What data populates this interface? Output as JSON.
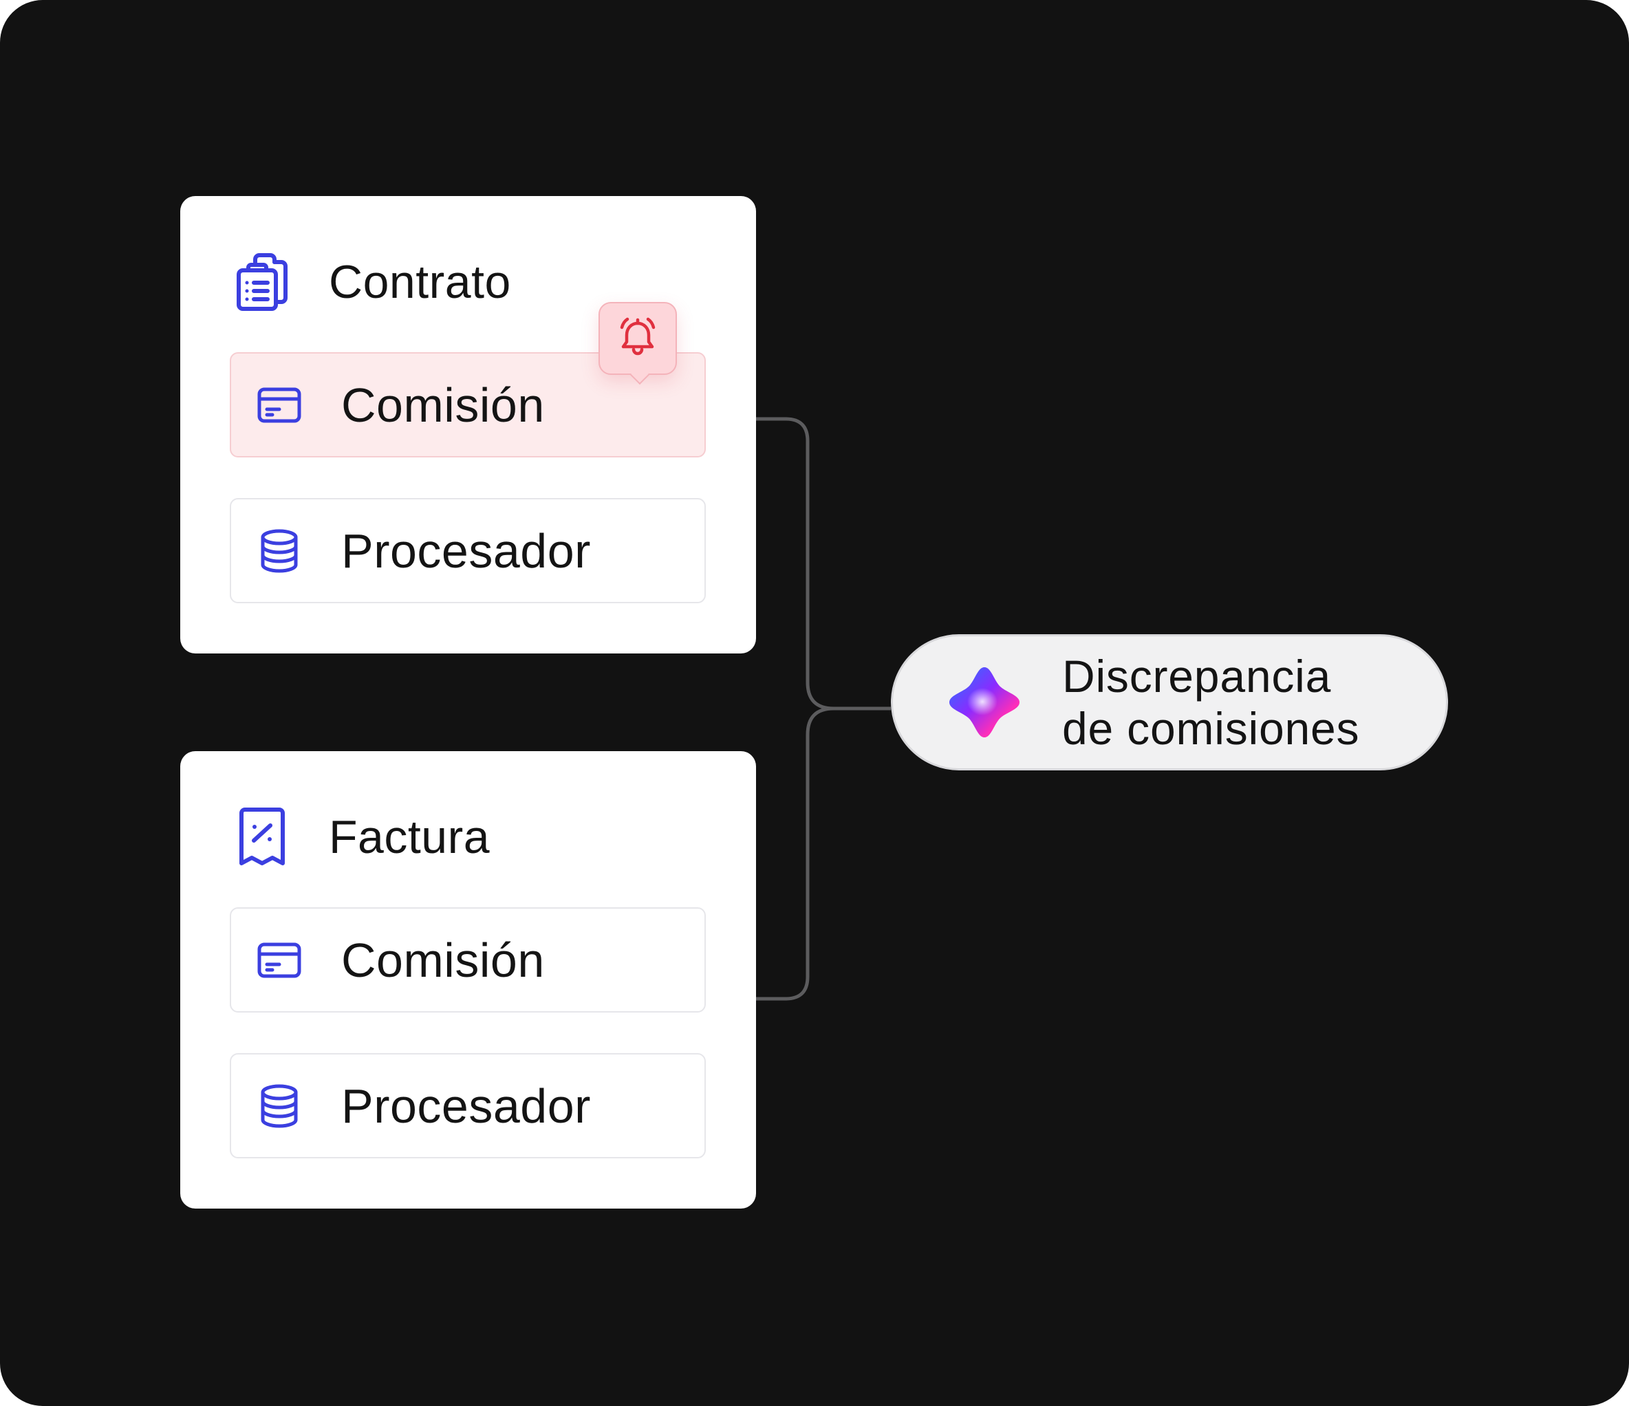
{
  "colors": {
    "background": "#121212",
    "card": "#ffffff",
    "icon_accent": "#3b3fe0",
    "alert_fill": "#fdebec",
    "alert_icon": "#e0303f",
    "connector": "#5c5c5e"
  },
  "cards": [
    {
      "title": "Contrato",
      "icon": "clipboard-list-icon",
      "items": [
        {
          "label": "Comisión",
          "icon": "credit-card-icon",
          "alert": true,
          "alert_icon": "bell-ringing-icon"
        },
        {
          "label": "Procesador",
          "icon": "database-icon",
          "alert": false
        }
      ]
    },
    {
      "title": "Factura",
      "icon": "receipt-percent-icon",
      "items": [
        {
          "label": "Comisión",
          "icon": "credit-card-icon",
          "alert": false
        },
        {
          "label": "Procesador",
          "icon": "database-icon",
          "alert": false
        }
      ]
    }
  ],
  "result": {
    "icon": "ai-sparkle-icon",
    "line1": "Discrepancia",
    "line2": "de comisiones"
  }
}
